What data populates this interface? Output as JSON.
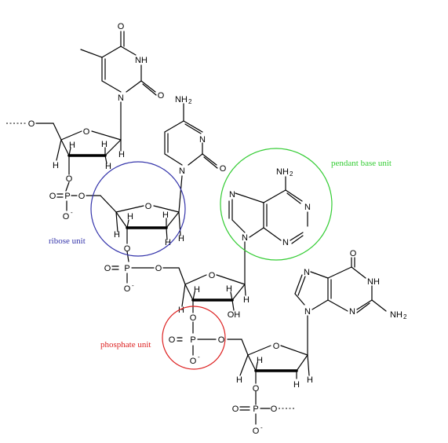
{
  "annotations": {
    "pendant_base": {
      "label": "pendant base unit",
      "color": "#33cc33"
    },
    "ribose": {
      "label": "ribose unit",
      "color": "#3333aa"
    },
    "phosphate": {
      "label": "phosphate unit",
      "color": "#dd2222"
    }
  },
  "atoms": {
    "O": "O",
    "H": "H",
    "N": "N",
    "P": "P",
    "NH": "NH",
    "OH": "OH",
    "NH2_main": "NH",
    "NH2_sub": "2",
    "O_minus": "O",
    "minus": "-"
  }
}
